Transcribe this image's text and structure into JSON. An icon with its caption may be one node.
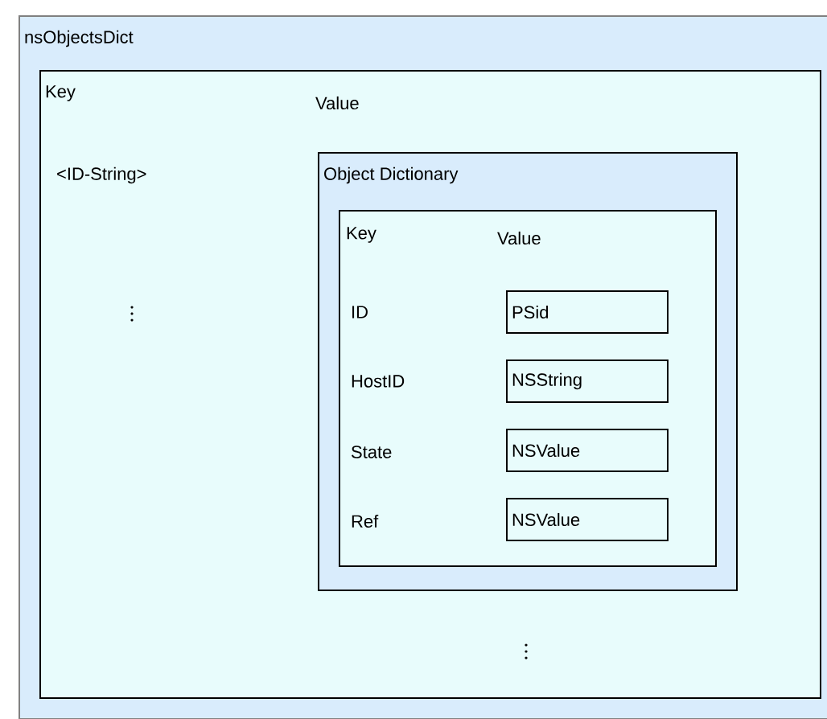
{
  "diagram": {
    "nodes": [
      {
        "text": [
          "nsObjectsDict"
        ]
      },
      {
        "text": [
          "Key",
          "Value",
          "<ID-String>"
        ],
        "in": 0
      },
      {
        "text": [
          "Object Dictionary"
        ],
        "in": 1
      },
      {
        "text": [
          "Key",
          "Value",
          "ID",
          "HostID",
          "State",
          "Ref"
        ],
        "in": 2
      },
      {
        "text": [
          "PSid"
        ],
        "in": 3
      },
      {
        "text": [
          "NSString"
        ],
        "in": 3
      },
      {
        "text": [
          "NSValue"
        ],
        "in": 3
      },
      {
        "text": [
          "NSValue"
        ],
        "in": 3
      }
    ]
  }
}
